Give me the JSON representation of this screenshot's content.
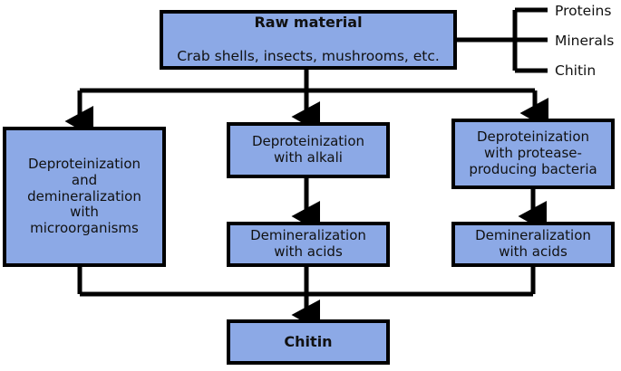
{
  "diagram": {
    "title": "Chitin production routes flowchart",
    "colors": {
      "box_fill": "#8CA9E6",
      "box_border": "#000000",
      "text": "#111111",
      "background": "#FFFFFF"
    },
    "nodes": {
      "raw_material": {
        "title": "Raw material",
        "subtitle": "Crab shells, insects, mushrooms, etc."
      },
      "left_branch": "Deproteinization\nand\ndemineralization\nwith\nmicroorganisms",
      "middle_top": "Deproteinization\nwith alkali",
      "middle_bottom": "Demineralization\nwith acids",
      "right_top": "Deproteinization\nwith protease-\nproducing bacteria",
      "right_bottom": "Demineralization\nwith acids",
      "chitin": "Chitin"
    },
    "components_bracket": {
      "items": [
        "Proteins",
        "Minerals",
        "Chitin"
      ]
    }
  }
}
